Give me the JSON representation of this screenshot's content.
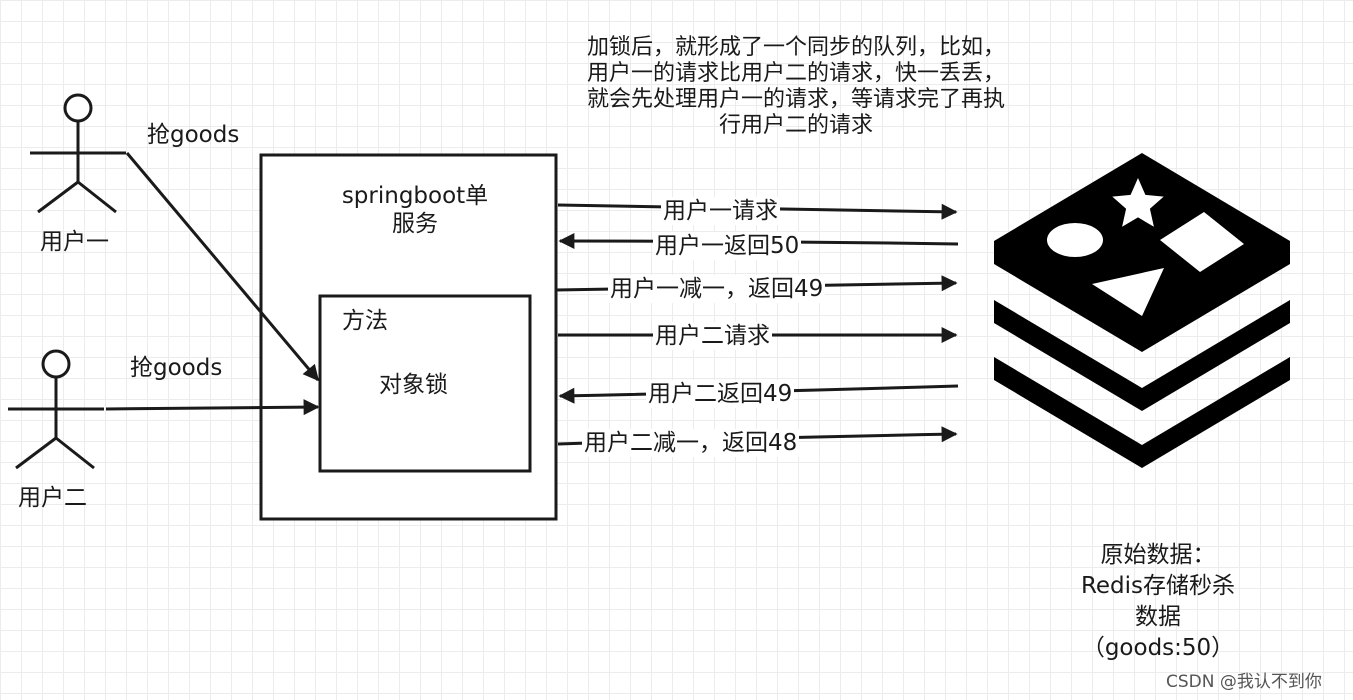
{
  "users": [
    {
      "label": "用户一",
      "action": "抢goods"
    },
    {
      "label": "用户二",
      "action": "抢goods"
    }
  ],
  "service": {
    "title_line1": "springboot单",
    "title_line2": "服务"
  },
  "method_box": {
    "title": "方法",
    "lock": "对象锁"
  },
  "note": {
    "line1": "加锁后，就形成了一个同步的队列，比如，",
    "line2": "用户一的请求比用户二的请求，快一丢丢，",
    "line3": "就会先处理用户一的请求，等请求完了再执",
    "line4": "行用户二的请求"
  },
  "messages": [
    {
      "text": "用户一请求",
      "direction": "to-redis"
    },
    {
      "text": "用户一返回50",
      "direction": "to-service"
    },
    {
      "text": "用户一减一，返回49",
      "direction": "to-redis"
    },
    {
      "text": "用户二请求",
      "direction": "to-redis"
    },
    {
      "text": "用户二返回49",
      "direction": "to-service"
    },
    {
      "text": "用户二减一，返回48",
      "direction": "to-redis"
    }
  ],
  "redis": {
    "icon": "redis-stack-icon",
    "caption_line1": "原始数据：",
    "caption_line2": "Redis存储秒杀",
    "caption_line3": "数据",
    "caption_line4": "（goods:50）"
  },
  "watermark": "CSDN @我认不到你",
  "colors": {
    "stroke": "#1a1a1a",
    "background": "#ffffff",
    "grid": "#ececec"
  }
}
